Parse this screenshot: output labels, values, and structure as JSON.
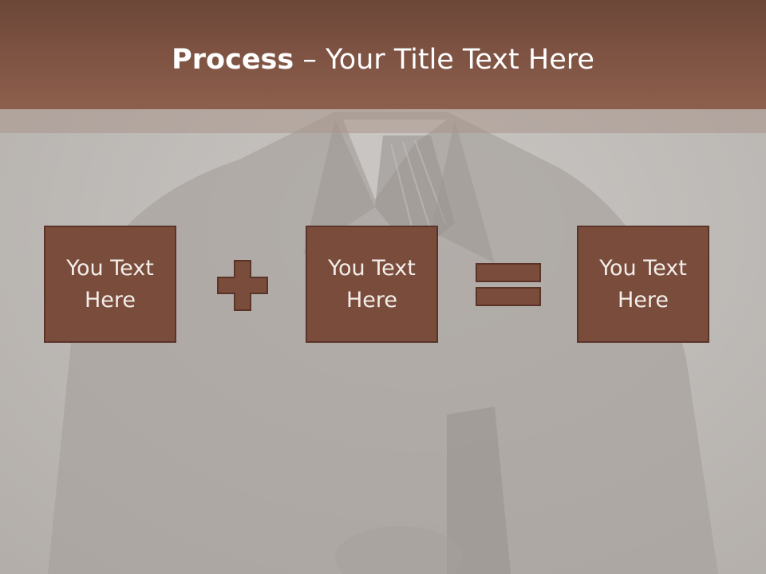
{
  "slide": {
    "title_bold": "Process",
    "title_dash": " – ",
    "title_rest": "Your Title Text Here"
  },
  "process": {
    "steps": [
      {
        "label": "You Text Here"
      },
      {
        "label": "You Text Here"
      },
      {
        "label": "You Text Here"
      }
    ],
    "operators": [
      "plus-icon",
      "equals-icon"
    ]
  },
  "colors": {
    "header": "#7d5242",
    "box_fill": "#7a4c3c",
    "box_border": "#5a3429",
    "background": "#bdb9b5"
  }
}
